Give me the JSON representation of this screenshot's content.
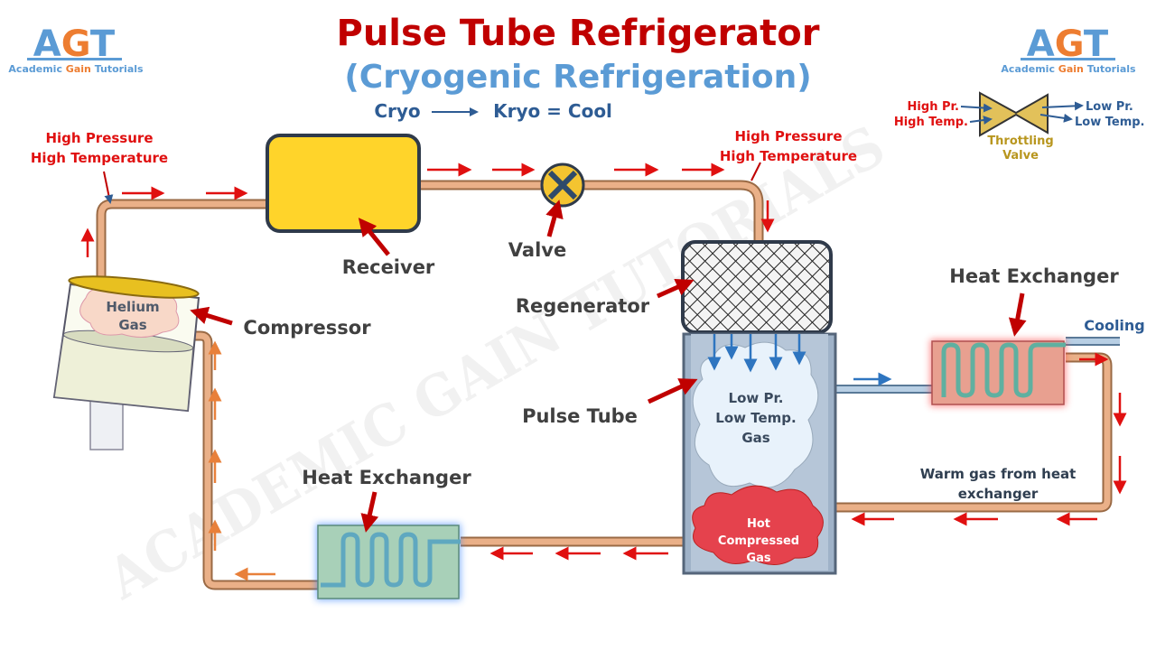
{
  "title": "Pulse Tube Refrigerator",
  "subtitle": "(Cryogenic Refrigeration)",
  "etymology": {
    "from": "Cryo",
    "to": "Kryo = Cool"
  },
  "logo": {
    "letters": "AGT",
    "name_1": "Academic ",
    "name_2": "Gain",
    "name_3": " Tutorials"
  },
  "watermark": "ACADEMIC GAIN TUTORIALS",
  "colors": {
    "title": "#c00000",
    "subtitle": "#5b9bd5",
    "label_red": "#e01010",
    "label_dark": "#404040",
    "label_blue": "#2e5c94",
    "pipe": "#e0a878",
    "arrow": "#e01010",
    "arrow_return": "#e8803a"
  },
  "labels": {
    "left_hp": "High Pressure",
    "left_ht": "High Temperature",
    "right_hp": "High Pressure",
    "right_ht": "High Temperature",
    "receiver": "Receiver",
    "valve": "Valve",
    "regenerator": "Regenerator",
    "compressor": "Compressor",
    "helium_1": "Helium",
    "helium_2": "Gas",
    "pulse_tube": "Pulse Tube",
    "cold_gas_1": "Low Pr.",
    "cold_gas_2": "Low Temp.",
    "cold_gas_3": "Gas",
    "hot_gas_1": "Hot",
    "hot_gas_2": "Compressed",
    "hot_gas_3": "Gas",
    "hx_right": "Heat Exchanger",
    "hx_bottom": "Heat Exchanger",
    "cooling": "Cooling",
    "warm_gas_1": "Warm gas from heat",
    "warm_gas_2": "exchanger"
  },
  "throttling_legend": {
    "in_1": "High Pr.",
    "in_2": "High Temp.",
    "out_1": "Low Pr.",
    "out_2": "Low Temp.",
    "name_1": "Throttling",
    "name_2": "Valve"
  }
}
